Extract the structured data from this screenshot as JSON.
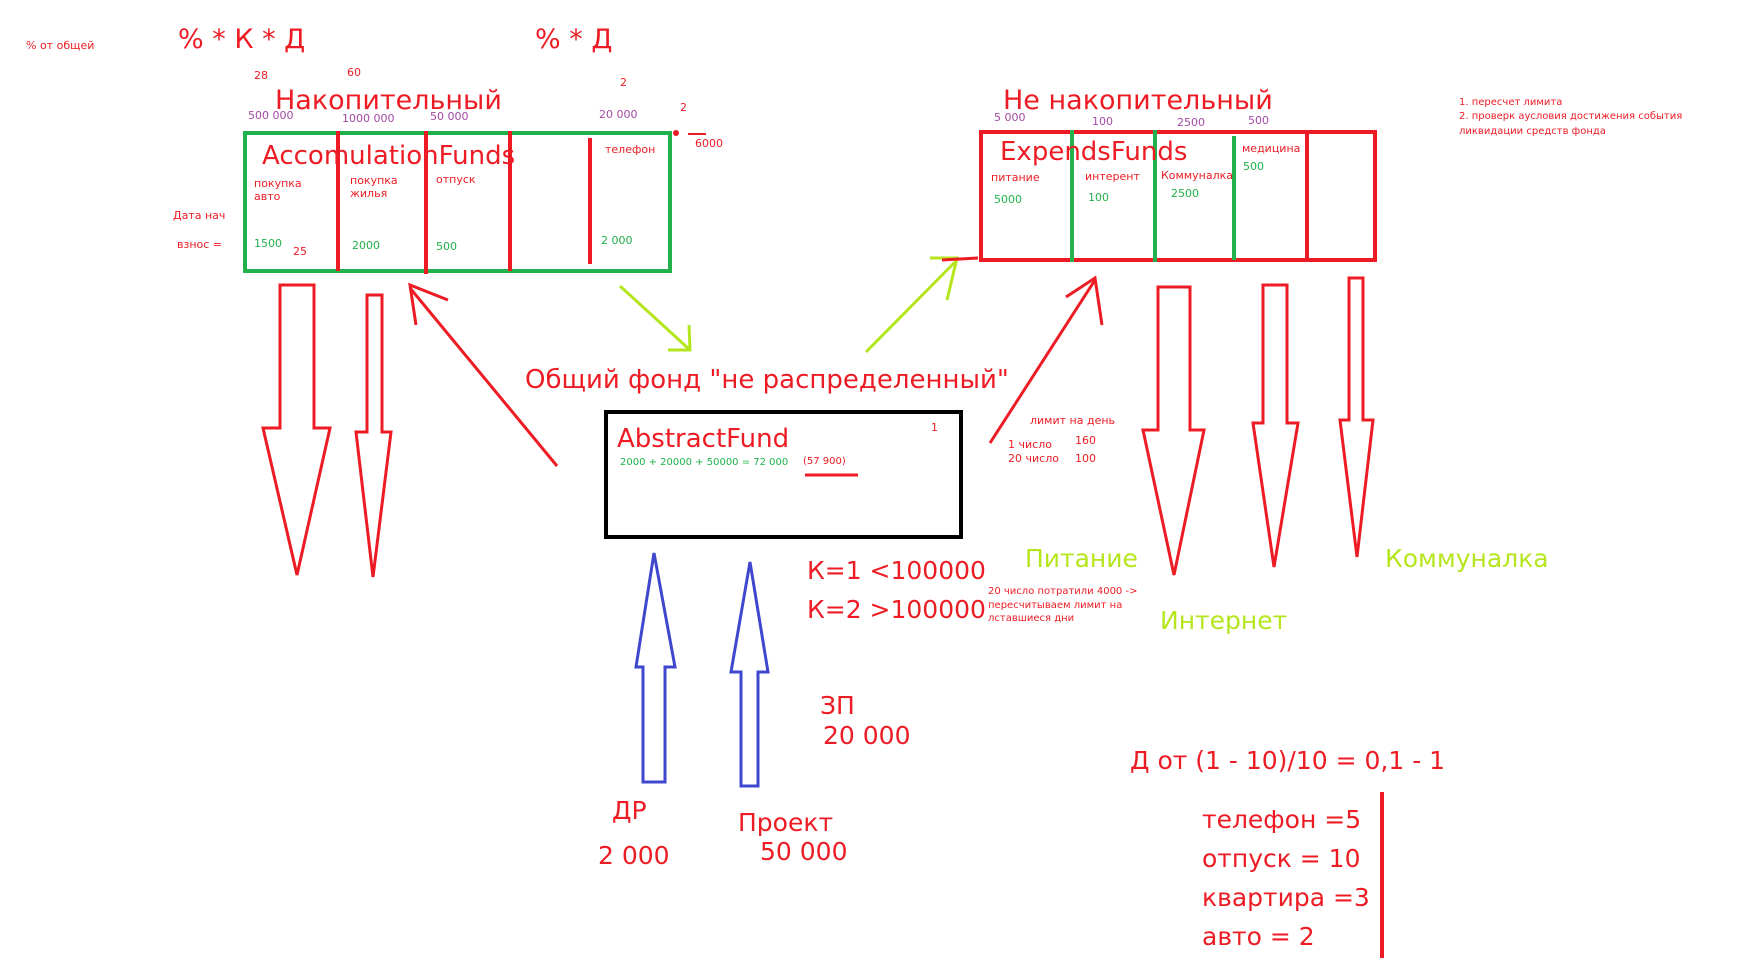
{
  "colors": {
    "red": "#ed1c24",
    "green": "#22b14c",
    "lime": "#b5e61d",
    "blue": "#3f48cc",
    "purple": "#a349a4",
    "black": "#000000"
  },
  "top": {
    "pct_of_total": "% от общей",
    "formula_pkd": "% * К * Д",
    "formula_pd": "% * Д"
  },
  "accum": {
    "heading": "Накопительный",
    "class_name": "AccomulationFunds",
    "small_nums": [
      "28",
      "60",
      "2",
      "2"
    ],
    "targets": [
      "500 000",
      "1000 000",
      "50 000",
      "20 000"
    ],
    "cols": [
      {
        "label": "покупка\nавто",
        "value": "1500"
      },
      {
        "label": "покупка\nжилья",
        "value": "2000"
      },
      {
        "label": "отпуск",
        "value": "500"
      },
      {
        "label": "телефон",
        "value": "2 000"
      }
    ],
    "extra_25": "25",
    "side_6000": "6000",
    "date_start": "Дата нач",
    "contribution": "взнос ="
  },
  "expend": {
    "heading": "Не накопительный",
    "class_name": "ExpendsFunds",
    "targets": [
      "5 000",
      "100",
      "2500",
      "500"
    ],
    "cols": [
      {
        "label": "питание",
        "value": "5000"
      },
      {
        "label": "интерент",
        "value": "100"
      },
      {
        "label": "Коммуналка",
        "value": "2500"
      },
      {
        "label": "медицина",
        "value": "500"
      }
    ],
    "notes": [
      "1. пересчет лимита",
      "2. проверк аусловия достижения события",
      "ликвидации средств фонда"
    ]
  },
  "abstract": {
    "common_fund": "Общий фонд \"не распределенный\"",
    "class_name": "AbstractFund",
    "sum_formula": "2000 + 20000 + 50000 = 72 000",
    "sum_note": "(57 900)",
    "num_1": "1"
  },
  "limit": {
    "title": "лимит на день",
    "rows": [
      {
        "day": "1 число",
        "value": "160"
      },
      {
        "day": "20 число",
        "value": "100"
      }
    ],
    "note": "20 число потратили 4000 ->\nпересчитываем лимит на\nлставшиеся дни"
  },
  "k_rules": [
    "К=1 <100000",
    "К=2 >100000"
  ],
  "income": {
    "salary_label": "ЗП",
    "salary_value": "20 000",
    "dr_label": "ДР",
    "dr_value": "2 000",
    "project_label": "Проект",
    "project_value": "50 000"
  },
  "outputs": {
    "food": "Питание",
    "internet": "Интернет",
    "utilities": "Коммуналка"
  },
  "d_formula": "Д от (1 - 10)/10 = 0,1 - 1",
  "priorities": [
    "телефон =5",
    "отпуск = 10",
    "квартира =3",
    "авто = 2"
  ]
}
